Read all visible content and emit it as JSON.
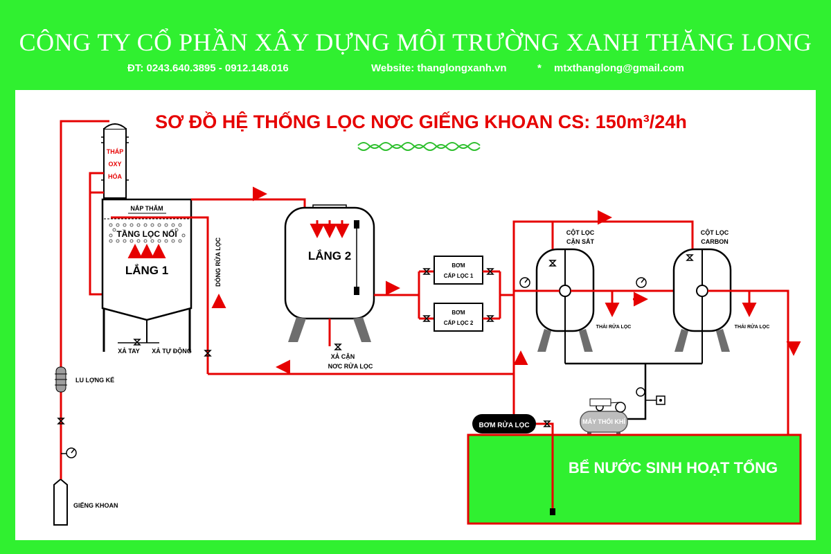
{
  "header": {
    "company": "CÔNG TY CỔ PHẦN XÂY DỰNG MÔI TRƯỜNG XANH THĂNG LONG",
    "phone": "ĐT: 0243.640.3895 - 0912.148.016",
    "website": "Website: thanglongxanh.vn",
    "separator": "*",
    "email": "mtxthanglong@gmail.com"
  },
  "diagram": {
    "title": "SƠ ĐỒ HỆ THỐNG LỌC NƠC GIẾNG KHOAN CS: 150m³/24h",
    "labels": {
      "oxy_tower": [
        "THÁP",
        "OXY",
        "HÓA"
      ],
      "nap_tham": "NẮP THĂM",
      "tang_loc_noi": "TẦNG LỌC NỔI",
      "lang1": "LẮNG 1",
      "xa_tay": "XẢ TAY",
      "xa_tu_dong": "XẢ TỰ ĐỘNG",
      "dong_rua_loc": "DÒNG RỬA LỌC",
      "lang2": "LẮNG 2",
      "xa_can": "XẢ CẶN",
      "nuoc_rua_loc": "NƠC RỬA LỌC",
      "pump1": [
        "BƠM",
        "CẤP LỌC 1"
      ],
      "pump2": [
        "BƠM",
        "CẤP LỌC 2"
      ],
      "cot_loc_can_sat": [
        "CỘT LỌC",
        "CẶN SẮT"
      ],
      "cot_loc_carbon": [
        "CỘT LỌC",
        "CARBON"
      ],
      "thai_rua_loc_1": "THẢI RỬA LỌC",
      "thai_rua_loc_2": "THẢI RỬA LỌC",
      "luu_luong_ke": "LU LỢNG KẾ",
      "gieng_khoan": "GIẾNG KHOAN",
      "bom_rua_loc": "BƠM RỬA LỌC",
      "may_thoi_khi": "MÁY THỔI KHÍ",
      "be_nuoc": "BỂ NƯỚC SINH HOẠT TỔNG"
    },
    "colors": {
      "frame": "#30f030",
      "pipe": "#e60000",
      "tank_fill": "#30f030",
      "leg": "#6e6e6e",
      "compressor": "#bdbdbd"
    }
  }
}
